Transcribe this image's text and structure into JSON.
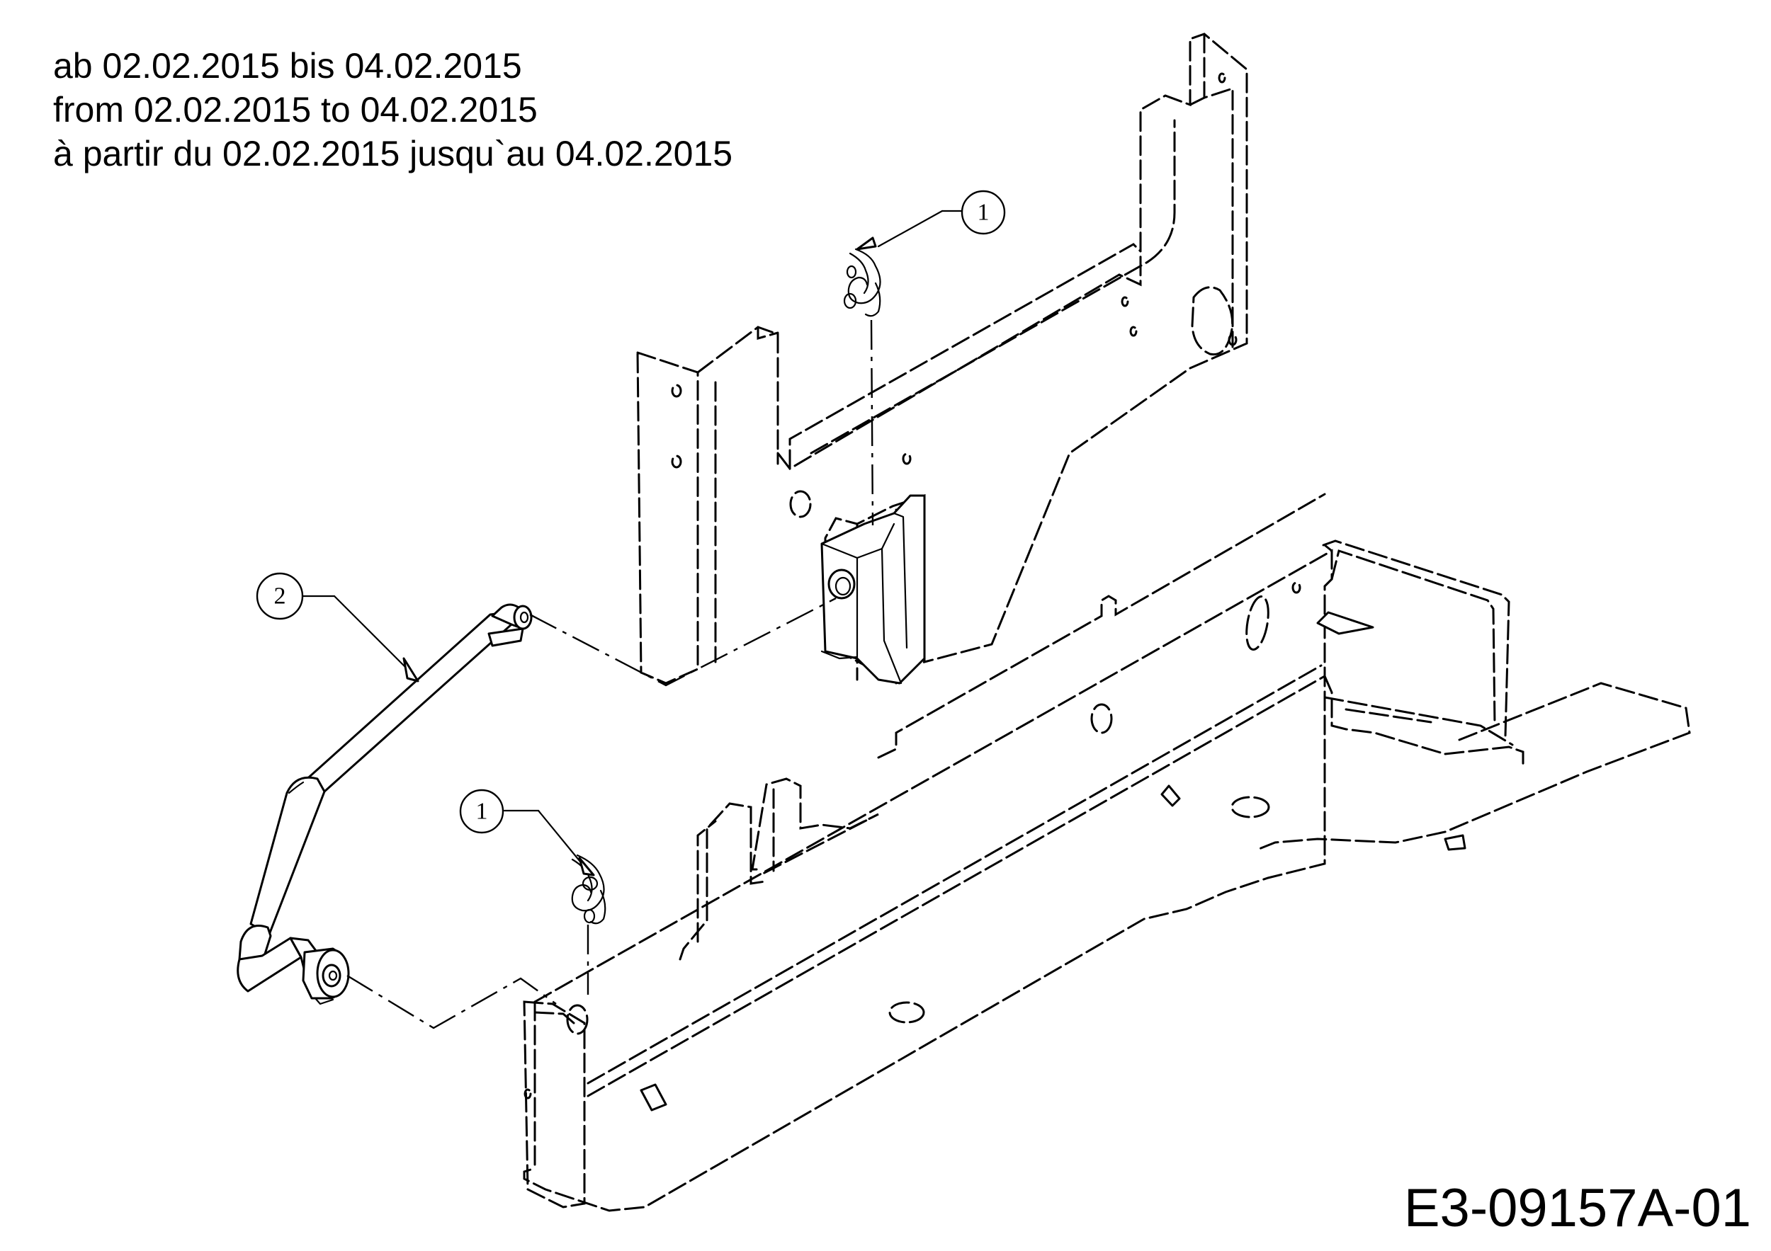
{
  "notes": {
    "line_de": "ab 02.02.2015 bis 04.02.2015",
    "line_en": "from 02.02.2015 to 04.02.2015",
    "line_fr": "à partir du 02.02.2015 jusqu`au 04.02.2015"
  },
  "callouts": {
    "clip_upper": "1",
    "clip_lower": "1",
    "rod": "2"
  },
  "drawing_id": "E3-09157A-01"
}
